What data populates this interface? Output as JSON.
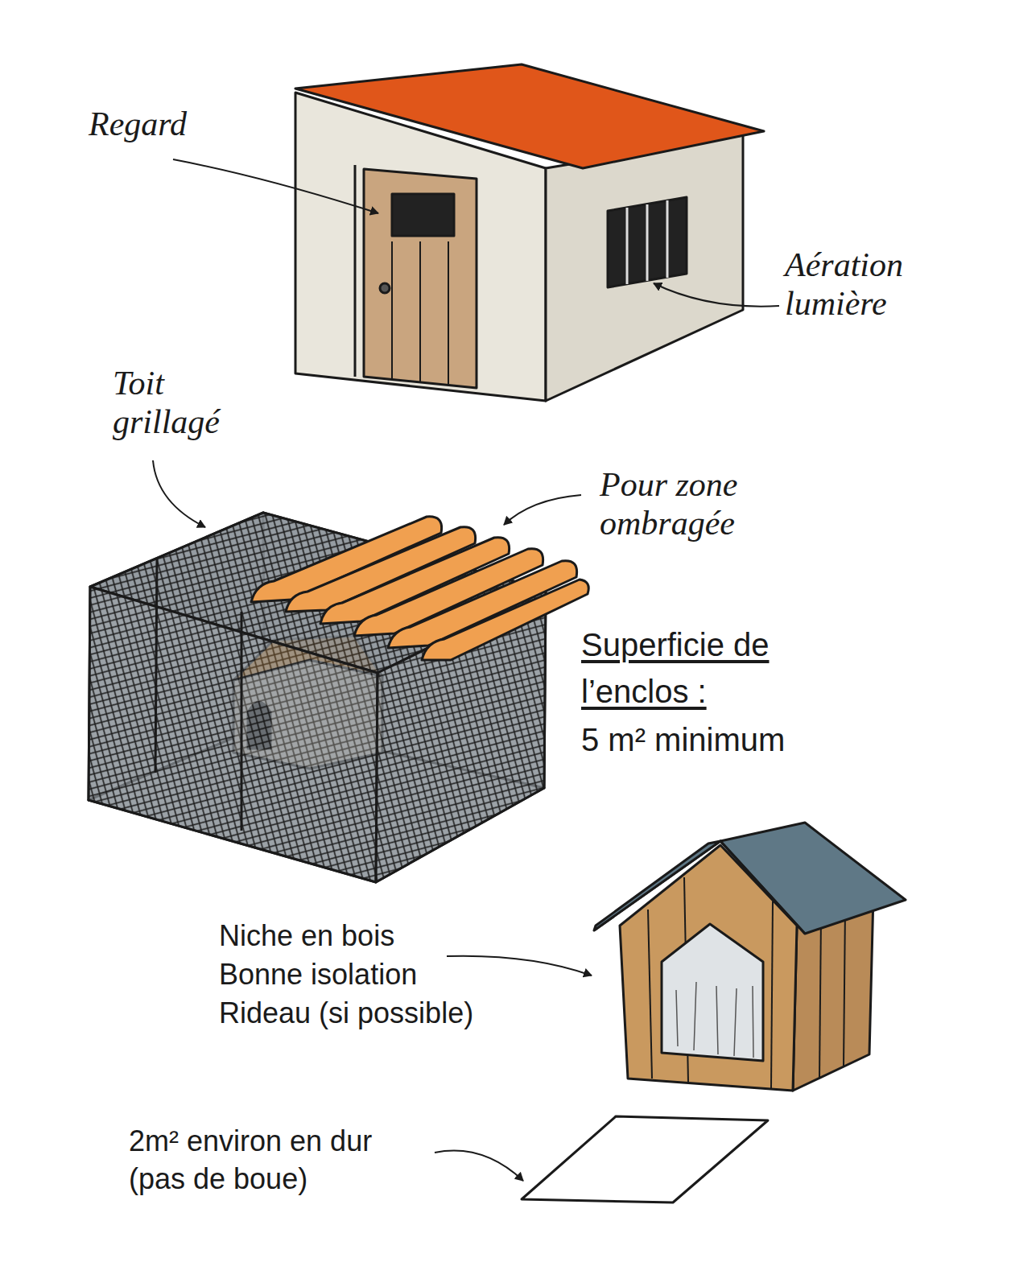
{
  "diagram": {
    "labels": [
      "Regard",
      "Aération lumière",
      "Toit grillagé",
      "Pour zone ombragée",
      "Superficie de l’enclos :",
      "5 m² minimum",
      "Niche en bois",
      "Bonne isolation",
      "Rideau (si possible)",
      "2m² environ en dur (pas de boue)"
    ]
  }
}
